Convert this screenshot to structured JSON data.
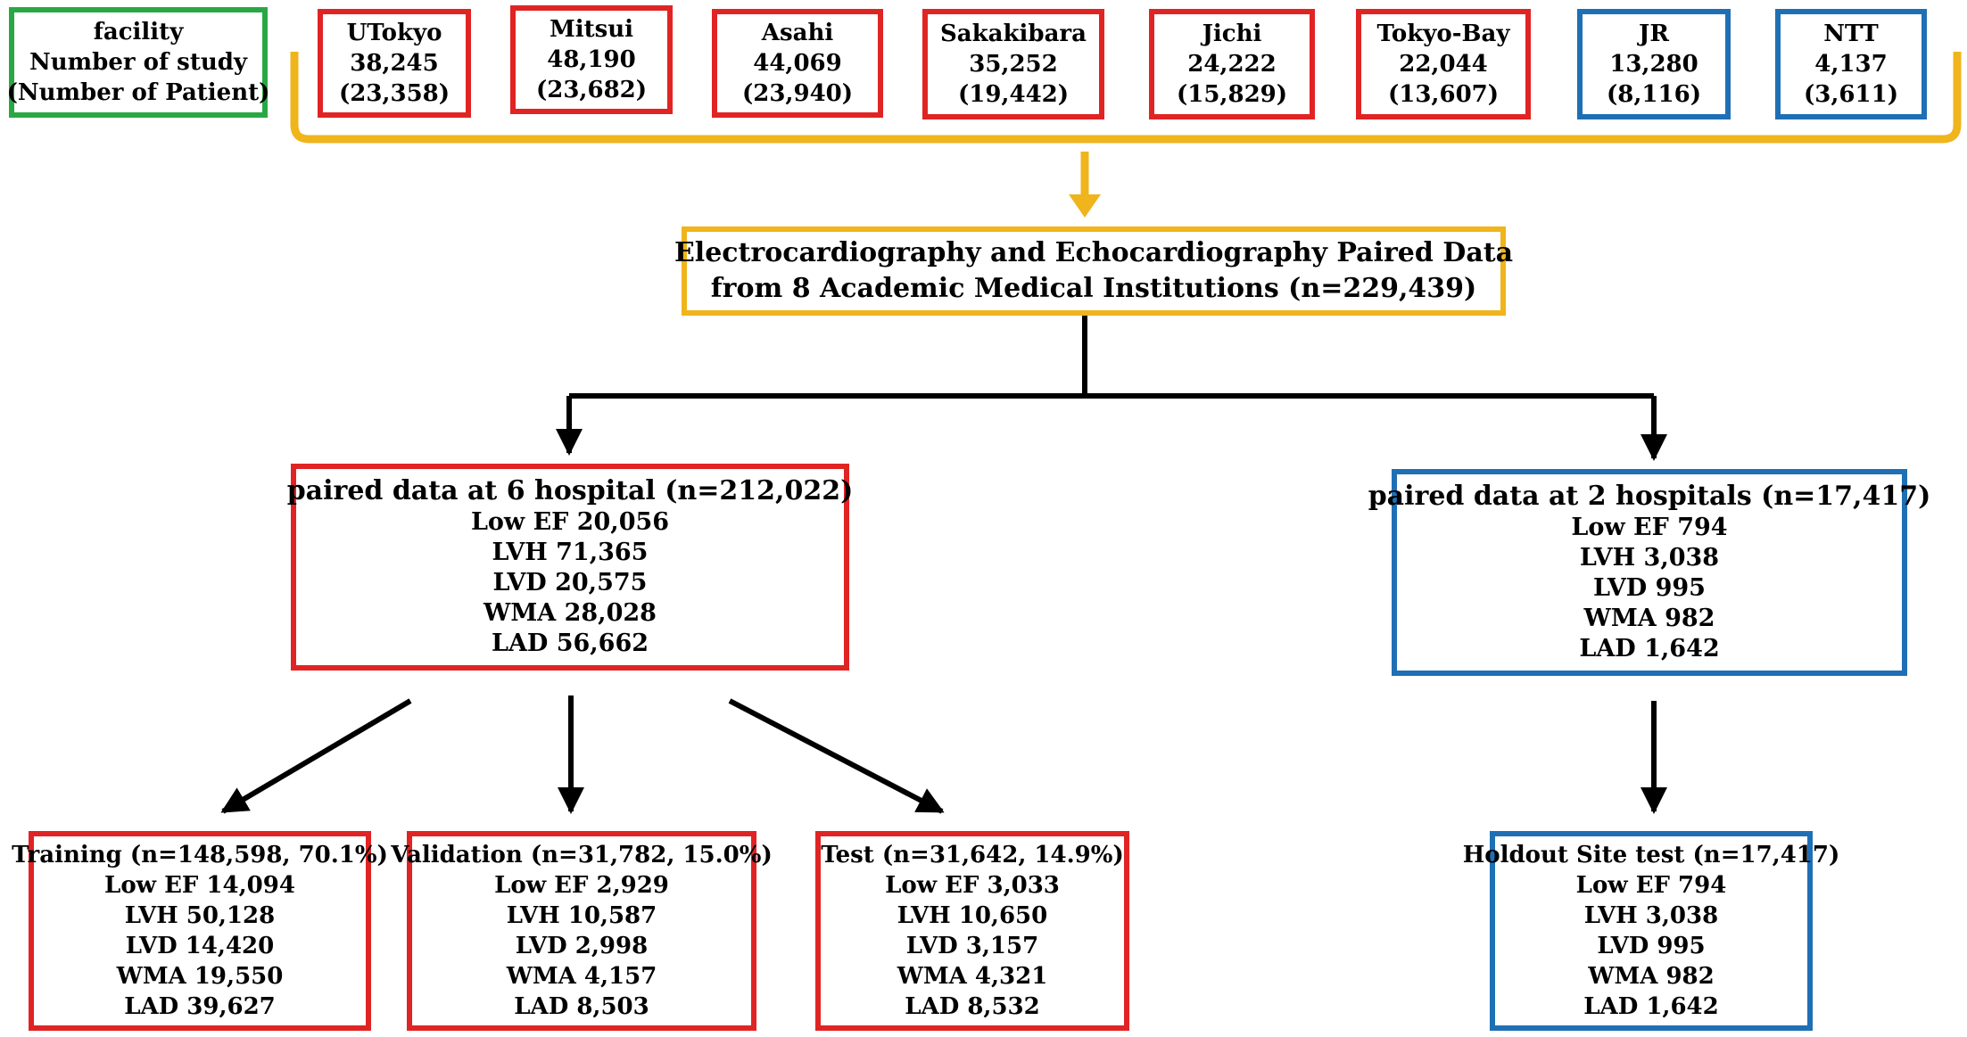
{
  "legend": {
    "lines": [
      "facility",
      "Number of study",
      "(Number of Patient)"
    ],
    "color": "#2aa745"
  },
  "facilities": [
    {
      "name": "UTokyo",
      "studies": "38,245",
      "patients": "(23,358)",
      "group": "internal"
    },
    {
      "name": "Mitsui",
      "studies": "48,190",
      "patients": "(23,682)",
      "group": "internal"
    },
    {
      "name": "Asahi",
      "studies": "44,069",
      "patients": "(23,940)",
      "group": "internal"
    },
    {
      "name": "Sakakibara",
      "studies": "35,252",
      "patients": "(19,442)",
      "group": "internal"
    },
    {
      "name": "Jichi",
      "studies": "24,222",
      "patients": "(15,829)",
      "group": "internal"
    },
    {
      "name": "Tokyo-Bay",
      "studies": "22,044",
      "patients": "(13,607)",
      "group": "internal"
    },
    {
      "name": "JR",
      "studies": "13,280",
      "patients": "(8,116)",
      "group": "holdout"
    },
    {
      "name": "NTT",
      "studies": "4,137",
      "patients": "(3,611)",
      "group": "holdout"
    }
  ],
  "pooled": {
    "line1": "Electrocardiography and Echocardiography Paired Data",
    "line2": "from 8 Academic Medical Institutions (n=229,439)"
  },
  "internal_group": {
    "title": "paired data at 6 hospital  (n=212,022)",
    "stats": [
      "Low EF 20,056",
      "LVH 71,365",
      "LVD 20,575",
      "WMA 28,028",
      "LAD 56,662"
    ]
  },
  "external_group": {
    "title": "paired data at 2 hospitals (n=17,417)",
    "stats": [
      "Low EF 794",
      "LVH 3,038",
      "LVD 995",
      "WMA 982",
      "LAD 1,642"
    ]
  },
  "splits": [
    {
      "title": "Training (n=148,598, 70.1%)",
      "stats": [
        "Low EF 14,094",
        "LVH 50,128",
        "LVD 14,420",
        "WMA 19,550",
        "LAD 39,627"
      ]
    },
    {
      "title": "Validation (n=31,782, 15.0%)",
      "stats": [
        "Low EF 2,929",
        "LVH 10,587",
        "LVD 2,998",
        "WMA 4,157",
        "LAD 8,503"
      ]
    },
    {
      "title": "Test  (n=31,642, 14.9%)",
      "stats": [
        "Low EF 3,033",
        "LVH 10,650",
        "LVD 3,157",
        "WMA 4,321",
        "LAD 8,532"
      ]
    }
  ],
  "holdout": {
    "title": "Holdout Site test (n=17,417)",
    "stats": [
      "Low EF 794",
      "LVH 3,038",
      "LVD 995",
      "WMA 982",
      "LAD 1,642"
    ]
  },
  "colors": {
    "internal": "#e02424",
    "holdout": "#1f6fb5",
    "legend": "#2aa745",
    "pooled": "#f0b41c",
    "arrow": "#000000"
  }
}
